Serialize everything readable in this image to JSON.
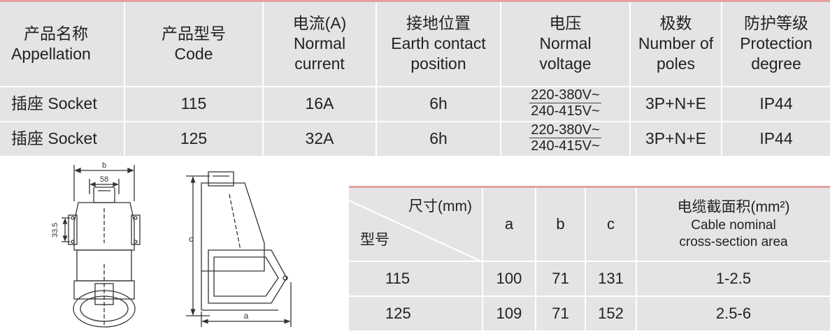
{
  "spec_table": {
    "headers": [
      {
        "cn": "产品名称",
        "en": "Appellation"
      },
      {
        "cn": "产品型号",
        "en": "Code"
      },
      {
        "cn": "电流(A)",
        "en": "Normal current"
      },
      {
        "cn": "接地位置",
        "en": "Earth contact position"
      },
      {
        "cn": "电压",
        "en": "Normal voltage"
      },
      {
        "cn": "极数",
        "en": "Number of poles"
      },
      {
        "cn": "防护等级",
        "en": "Protection degree"
      }
    ],
    "rows": [
      {
        "name": "插座 Socket",
        "code": "115",
        "current": "16A",
        "earth": "6h",
        "volt_top": "220-380V~",
        "volt_bottom": "240-415V~",
        "poles": "3P+N+E",
        "protection": "IP44"
      },
      {
        "name": "插座 Socket",
        "code": "125",
        "current": "32A",
        "earth": "6h",
        "volt_top": "220-380V~",
        "volt_bottom": "240-415V~",
        "poles": "3P+N+E",
        "protection": "IP44"
      }
    ]
  },
  "drawings": {
    "front_labels": {
      "b": "b",
      "w58": "58",
      "h335": "33.5"
    },
    "side_labels": {
      "c": "c",
      "a": "a"
    }
  },
  "dim_table": {
    "corner_top": "尺寸(mm)",
    "corner_bottom": "型号",
    "col_a": "a",
    "col_b": "b",
    "col_c": "c",
    "cable_cn": "电缆截面积(mm²)",
    "cable_en1": "Cable nominal",
    "cable_en2": "cross-section area",
    "rows": [
      {
        "model": "115",
        "a": "100",
        "b": "71",
        "c": "131",
        "area": "1-2.5"
      },
      {
        "model": "125",
        "a": "109",
        "b": "71",
        "c": "152",
        "area": "2.5-6"
      }
    ]
  },
  "colors": {
    "cell_bg": "#e4e4e6",
    "accent_line": "#e6a0a0"
  }
}
